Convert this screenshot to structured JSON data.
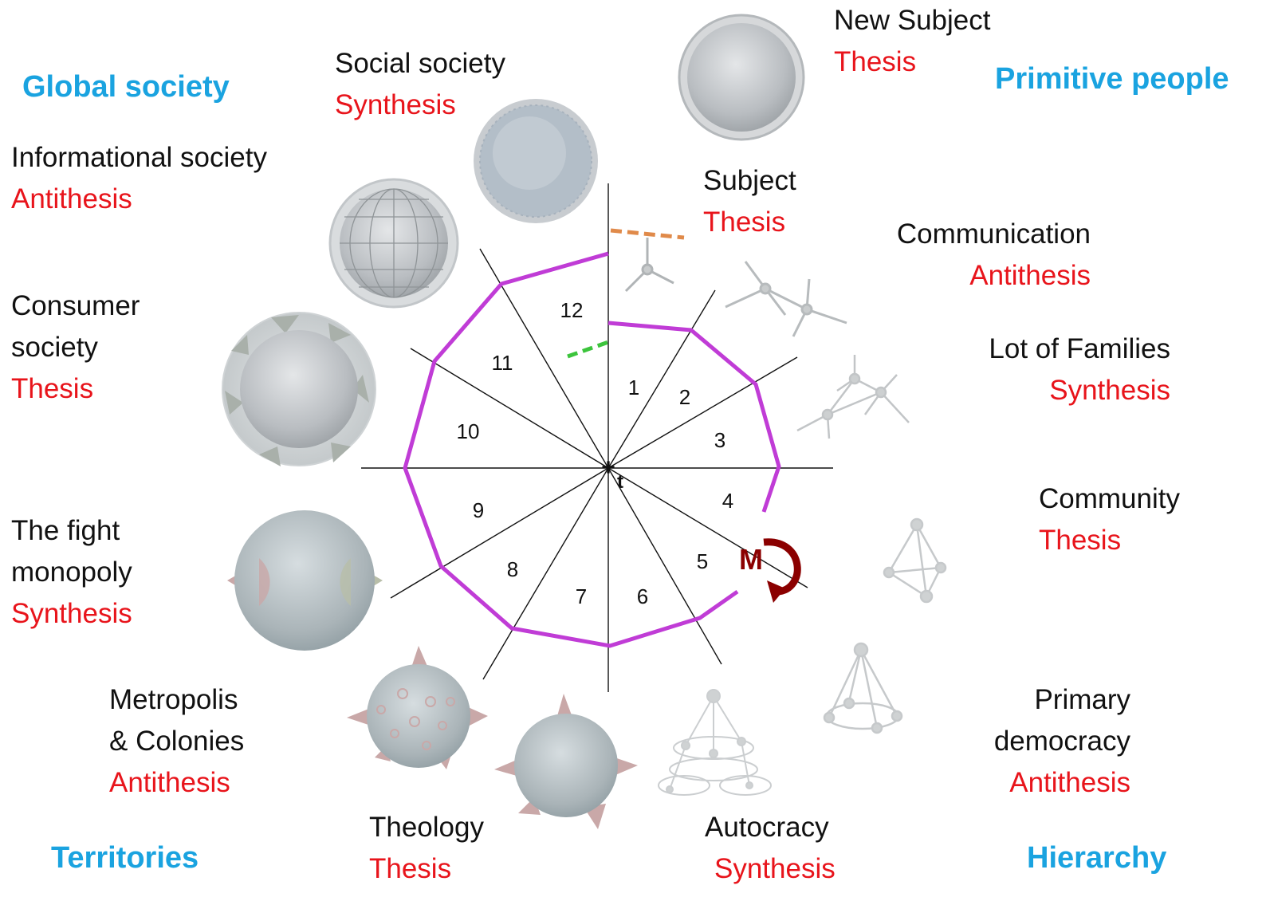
{
  "eras": {
    "global_society": "Global society",
    "primitive_people": "Primitive people",
    "territories": "Territories",
    "hierarchy": "Hierarchy"
  },
  "stages": {
    "new_subject": {
      "name": "New Subject",
      "role": "Thesis"
    },
    "subject": {
      "name": "Subject",
      "role": "Thesis"
    },
    "communication": {
      "name": "Communication",
      "role": "Antithesis"
    },
    "lot_of_families": {
      "name": "Lot of Families",
      "role": "Synthesis"
    },
    "community": {
      "name": "Community",
      "role": "Thesis"
    },
    "primary_democracy": {
      "name_line1": "Primary",
      "name_line2": "democracy",
      "role": "Antithesis"
    },
    "autocracy": {
      "name": "Autocracy",
      "role": "Synthesis"
    },
    "theology": {
      "name": "Theology",
      "role": "Thesis"
    },
    "metropolis": {
      "name_line1": "Metropolis",
      "name_line2": "& Colonies",
      "role": "Antithesis"
    },
    "fight_monopoly": {
      "name_line1": "The fight",
      "name_line2": "monopoly",
      "role": "Synthesis"
    },
    "consumer_society": {
      "name_line1": "Consumer",
      "name_line2": "society",
      "role": "Thesis"
    },
    "informational_society": {
      "name": "Informational society",
      "role": "Antithesis"
    },
    "social_society": {
      "name": "Social society",
      "role": "Synthesis"
    }
  },
  "wheel": {
    "sectors": [
      "1",
      "2",
      "3",
      "4",
      "5",
      "6",
      "7",
      "8",
      "9",
      "10",
      "11",
      "12"
    ],
    "center_label": "t",
    "marker_label": "M",
    "colors": {
      "spiral": "#c03cd6",
      "axes": "#111111",
      "marker": "#8b0000",
      "dash_top": "#e08a4a",
      "dash_inner": "#3cc43c"
    }
  },
  "colors": {
    "era": "#1aa3e0",
    "role": "#e8141b",
    "name": "#111111"
  }
}
